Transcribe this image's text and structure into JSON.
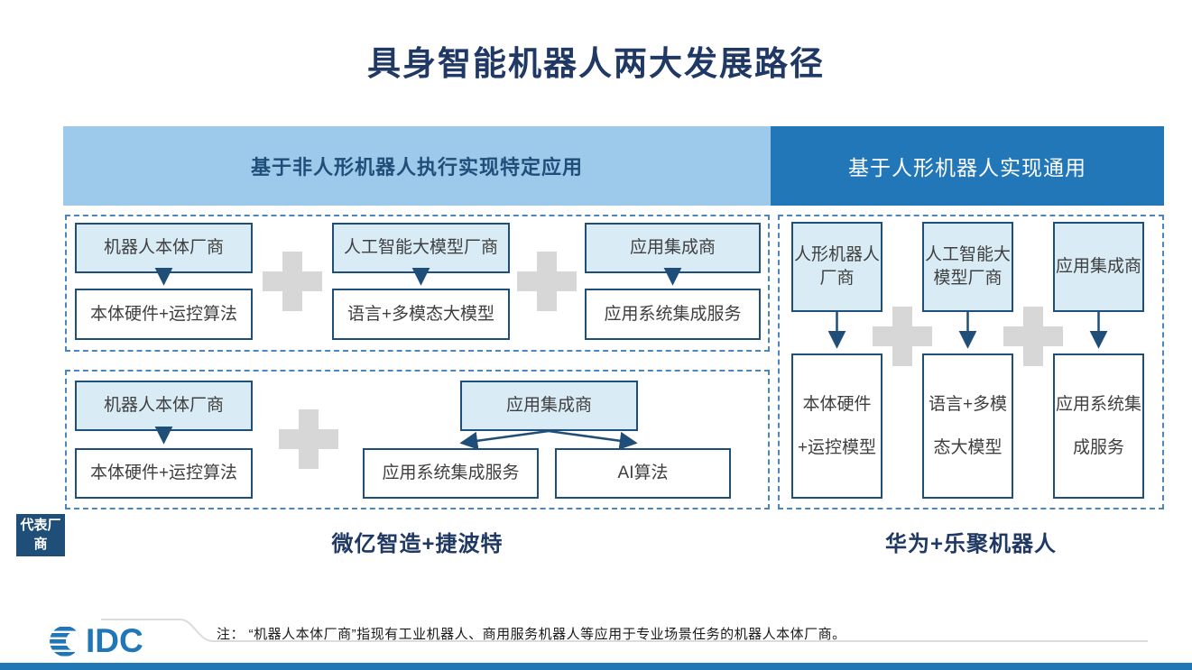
{
  "title": "具身智能机器人两大发展路径",
  "headers": {
    "left": "基于非人形机器人执行实现特定应用",
    "right": "基于人形机器人实现通用"
  },
  "left_top": {
    "columns": [
      {
        "vendor": "机器人本体厂商",
        "offering": "本体硬件+运控算法"
      },
      {
        "vendor": "人工智能大模型厂商",
        "offering": "语言+多模态大模型"
      },
      {
        "vendor": "应用集成商",
        "offering": "应用系统集成服务"
      }
    ]
  },
  "left_bottom": {
    "vendor": "机器人本体厂商",
    "offering": "本体硬件+运控算法",
    "integrator": "应用集成商",
    "outputs": [
      "应用系统集成服务",
      "AI算法"
    ]
  },
  "right_section": {
    "columns": [
      {
        "vendor": "人形机器人厂商",
        "offering": "本体硬件+运控模型"
      },
      {
        "vendor": "人工智能大模型厂商",
        "offering": "语言+多模态大模型"
      },
      {
        "vendor": "应用集成商",
        "offering": "应用系统集成服务"
      }
    ]
  },
  "representatives": {
    "label": "代表厂商",
    "left": "微亿智造+捷波特",
    "right": "华为+乐聚机器人"
  },
  "footer": {
    "logo": "IDC",
    "note": "注： “机器人本体厂商”指现有工业机器人、商用服务机器人等应用于专业场景任务的机器人本体厂商。"
  },
  "colors": {
    "title_navy": "#1F3864",
    "header_left_bg": "#9DC9EA",
    "header_right_bg": "#2277B8",
    "box_border": "#1F4E79",
    "vendor_fill": "#D9ECF6",
    "dashed_border": "#4C86C0",
    "plus_gray": "#D7D7D7",
    "idc_blue": "#2077B5"
  }
}
